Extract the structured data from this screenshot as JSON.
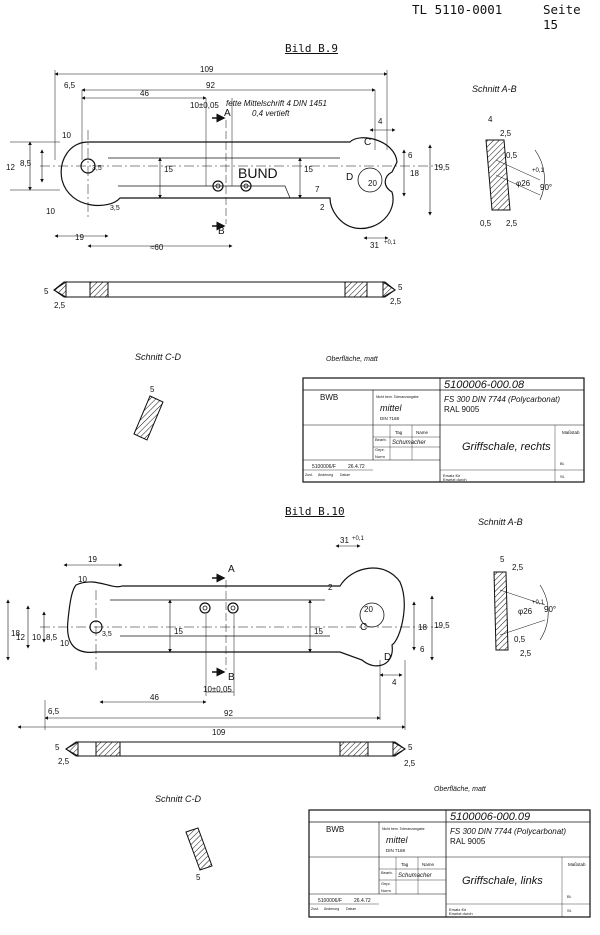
{
  "header": {
    "doc_id": "TL 5110-0001",
    "page": "Seite 15"
  },
  "figures": [
    {
      "title": "Bild B.9",
      "dims": {
        "d109": "109",
        "d92": "92",
        "d46": "46",
        "d65": "6,5",
        "d10": "10±0,05",
        "d60": "≈60",
        "d19": "19",
        "d12": "12",
        "d85": "8,5",
        "d15": "15",
        "d15b": "15",
        "d7": "7",
        "d6": "6",
        "d18": "18",
        "d195": "19,5",
        "d20": "20",
        "d4": "4",
        "d31": "31",
        "d01": "+0,1",
        "d35": "3,5",
        "d2": "2",
        "d10a": "10",
        "d10b": "10",
        "d35b": "3,5"
      },
      "note1": "fette Mittelschrift 4 DIN 1451",
      "note2": "0,4 vertieft",
      "bund": "BUND",
      "lbl_a": "A",
      "lbl_b": "B",
      "lbl_c": "C",
      "lbl_d": "D",
      "side_dims": {
        "s5": "5",
        "s25": "2,5",
        "s5b": "5",
        "s25b": "2,5"
      },
      "schnitt_ab": "Schnitt A-B",
      "ab_dims": {
        "a4": "4",
        "a25": "2,5",
        "a05": "0,5",
        "a26": "φ26",
        "a01": "+0,1",
        "a90": "90°",
        "a25b": "2,5",
        "a05b": "0,5"
      },
      "schnitt_cd": "Schnitt C-D",
      "cd_dim": "5",
      "surface": "Oberfläche, matt",
      "titleblock": {
        "company": "BWB",
        "part_no": "5100006-000.08",
        "mat1": "FS 300 DIN 7744 (Polycarbonat)",
        "mat2": "RAL 9005",
        "tol": "mittel",
        "tol_norm": "DIN 7168",
        "tol_hdr": "Nicht bem. Toleranzangabe",
        "name": "Griffschale, rechts",
        "massstab": "Maßstab",
        "tag": "Tag",
        "name_hdr": "Name",
        "bearb": "Bearb.",
        "gepr": "Gepr.",
        "norm": "Norm",
        "sign": "Schumacher",
        "rev": "5100006/F",
        "date": "26.4.72",
        "ersatz": "Ersatz für",
        "ersetzt": "Ersetzt durch",
        "bl": "Bl.",
        "st": "St.",
        "zust": "Zust.",
        "aend": "Änderung",
        "datum": "Datum"
      }
    },
    {
      "title": "Bild B.10",
      "dims": {
        "d109": "109",
        "d92": "92",
        "d46": "46",
        "d65": "6,5",
        "d10": "10±0,05",
        "d19": "19",
        "d12": "12",
        "d85": "8,5",
        "d15": "15",
        "d15b": "15",
        "d10c": "10",
        "d18": "18",
        "d195": "19,5",
        "d20": "20",
        "d6": "6",
        "d4": "4",
        "d31": "31",
        "d01": "+0,1",
        "d35": "3,5",
        "d2": "2",
        "d10a": "10",
        "d10b": "10"
      },
      "lbl_a": "A",
      "lbl_b": "B",
      "lbl_c": "C",
      "lbl_d": "D",
      "side_dims": {
        "s5": "5",
        "s25": "2,5",
        "s5b": "5",
        "s25b": "2,5"
      },
      "schnitt_ab": "Schnitt A-B",
      "ab_dims": {
        "a5": "5",
        "a25": "2,5",
        "a26": "φ26",
        "a01": "+0,1",
        "a90": "90°",
        "a05": "0,5",
        "a25b": "2,5"
      },
      "schnitt_cd": "Schnitt C-D",
      "cd_dim": "5",
      "surface": "Oberfläche, matt",
      "titleblock": {
        "company": "BWB",
        "part_no": "5100006-000.09",
        "mat1": "FS 300 DIN 7744 (Polycarbonat)",
        "mat2": "RAL 9005",
        "tol": "mittel",
        "tol_norm": "DIN 7168",
        "tol_hdr": "Nicht bem. Toleranzangabe",
        "name": "Griffschale, links",
        "massstab": "Maßstab",
        "tag": "Tag",
        "name_hdr": "Name",
        "bearb": "Bearb.",
        "gepr": "Gepr.",
        "norm": "Norm",
        "sign": "Schumacher",
        "rev": "5100006/F",
        "date": "26.4.72",
        "ersatz": "Ersatz für",
        "ersetzt": "Ersetzt durch",
        "bl": "Bl.",
        "st": "St.",
        "zust": "Zust.",
        "aend": "Änderung",
        "datum": "Datum"
      }
    }
  ]
}
